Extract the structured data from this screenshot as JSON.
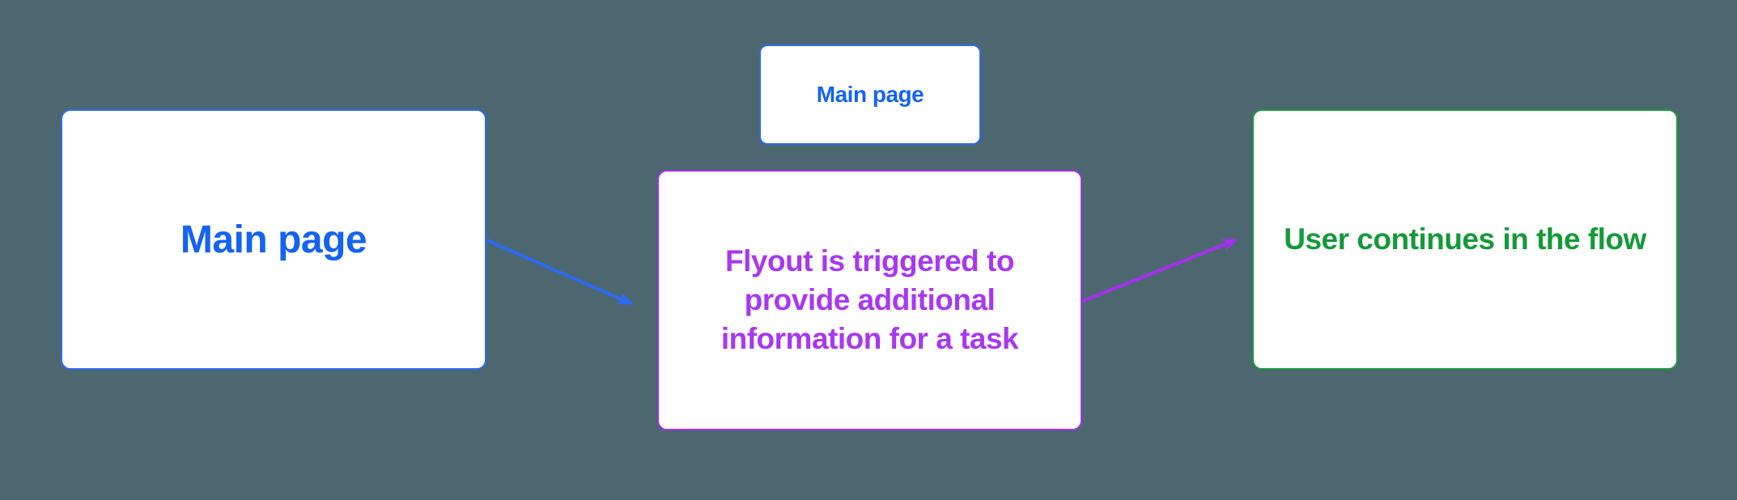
{
  "colors": {
    "background": "#4c6770",
    "node-fill": "#ffffff",
    "blue-border": "#2b6bf7",
    "blue-text": "#1463f1",
    "purple-border": "#a52ff2",
    "purple-text": "#a838f0",
    "green-border": "#1b9a3e",
    "green-text": "#15993a"
  },
  "nodes": [
    {
      "id": "main-page",
      "label": "Main page"
    },
    {
      "id": "main-page-flyout-origin",
      "label": "Main page"
    },
    {
      "id": "flyout",
      "label": "Flyout is triggered to\nprovide additional\ninformation for a task"
    },
    {
      "id": "user-continues",
      "label": "User continues in the flow"
    }
  ],
  "connectors": [
    {
      "id": "main-page-to-flyout",
      "from": "main-page",
      "to": "flyout",
      "color": "blue"
    },
    {
      "id": "flyout-to-user-continues",
      "from": "flyout",
      "to": "user-continues",
      "color": "purple"
    }
  ]
}
